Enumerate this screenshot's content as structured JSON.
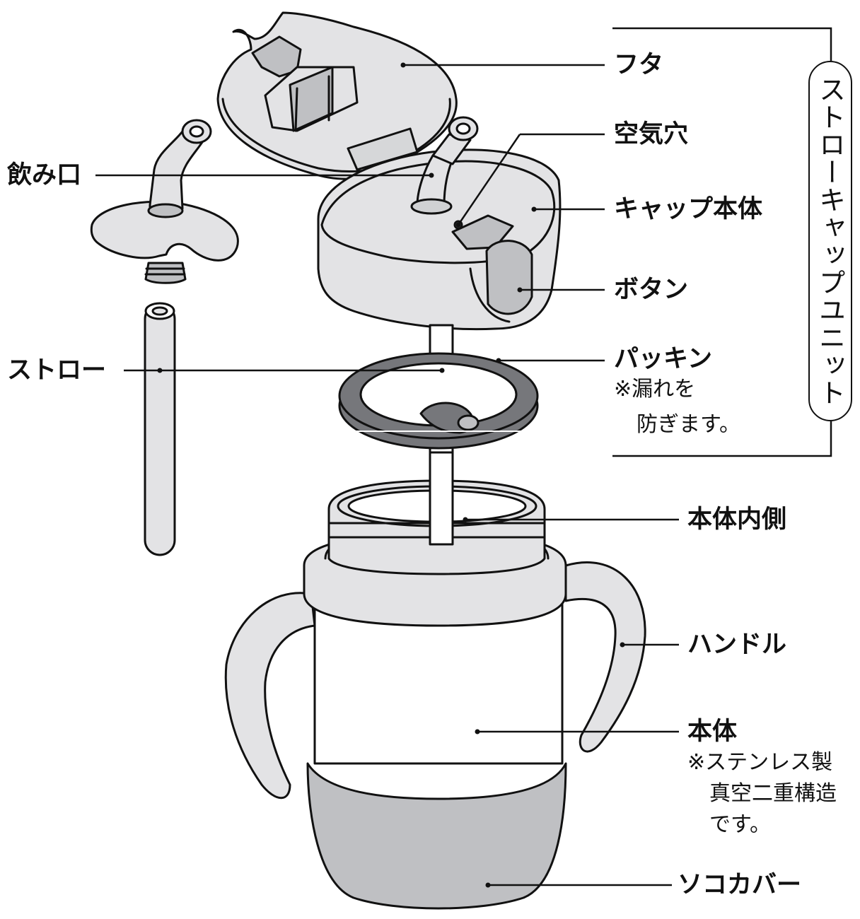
{
  "labels": {
    "lid": "フタ",
    "air_hole": "空気穴",
    "spout": "飲み口",
    "cap_body": "キャップ本体",
    "button": "ボタン",
    "straw": "ストロー",
    "gasket": "パッキン",
    "gasket_note_1": "※漏れを",
    "gasket_note_2": "防ぎます。",
    "body_inside": "本体内側",
    "handle": "ハンドル",
    "body": "本体",
    "body_note_1": "※ステンレス製",
    "body_note_2": "真空二重構造",
    "body_note_3": "です。",
    "bottom_cover": "ソコカバー"
  },
  "unit_label": "ストローキャップユニット",
  "colors": {
    "outline": "#111111",
    "light_gray": "#e3e3e5",
    "mid_gray": "#bfc0c3",
    "dark_gray": "#76777b"
  }
}
